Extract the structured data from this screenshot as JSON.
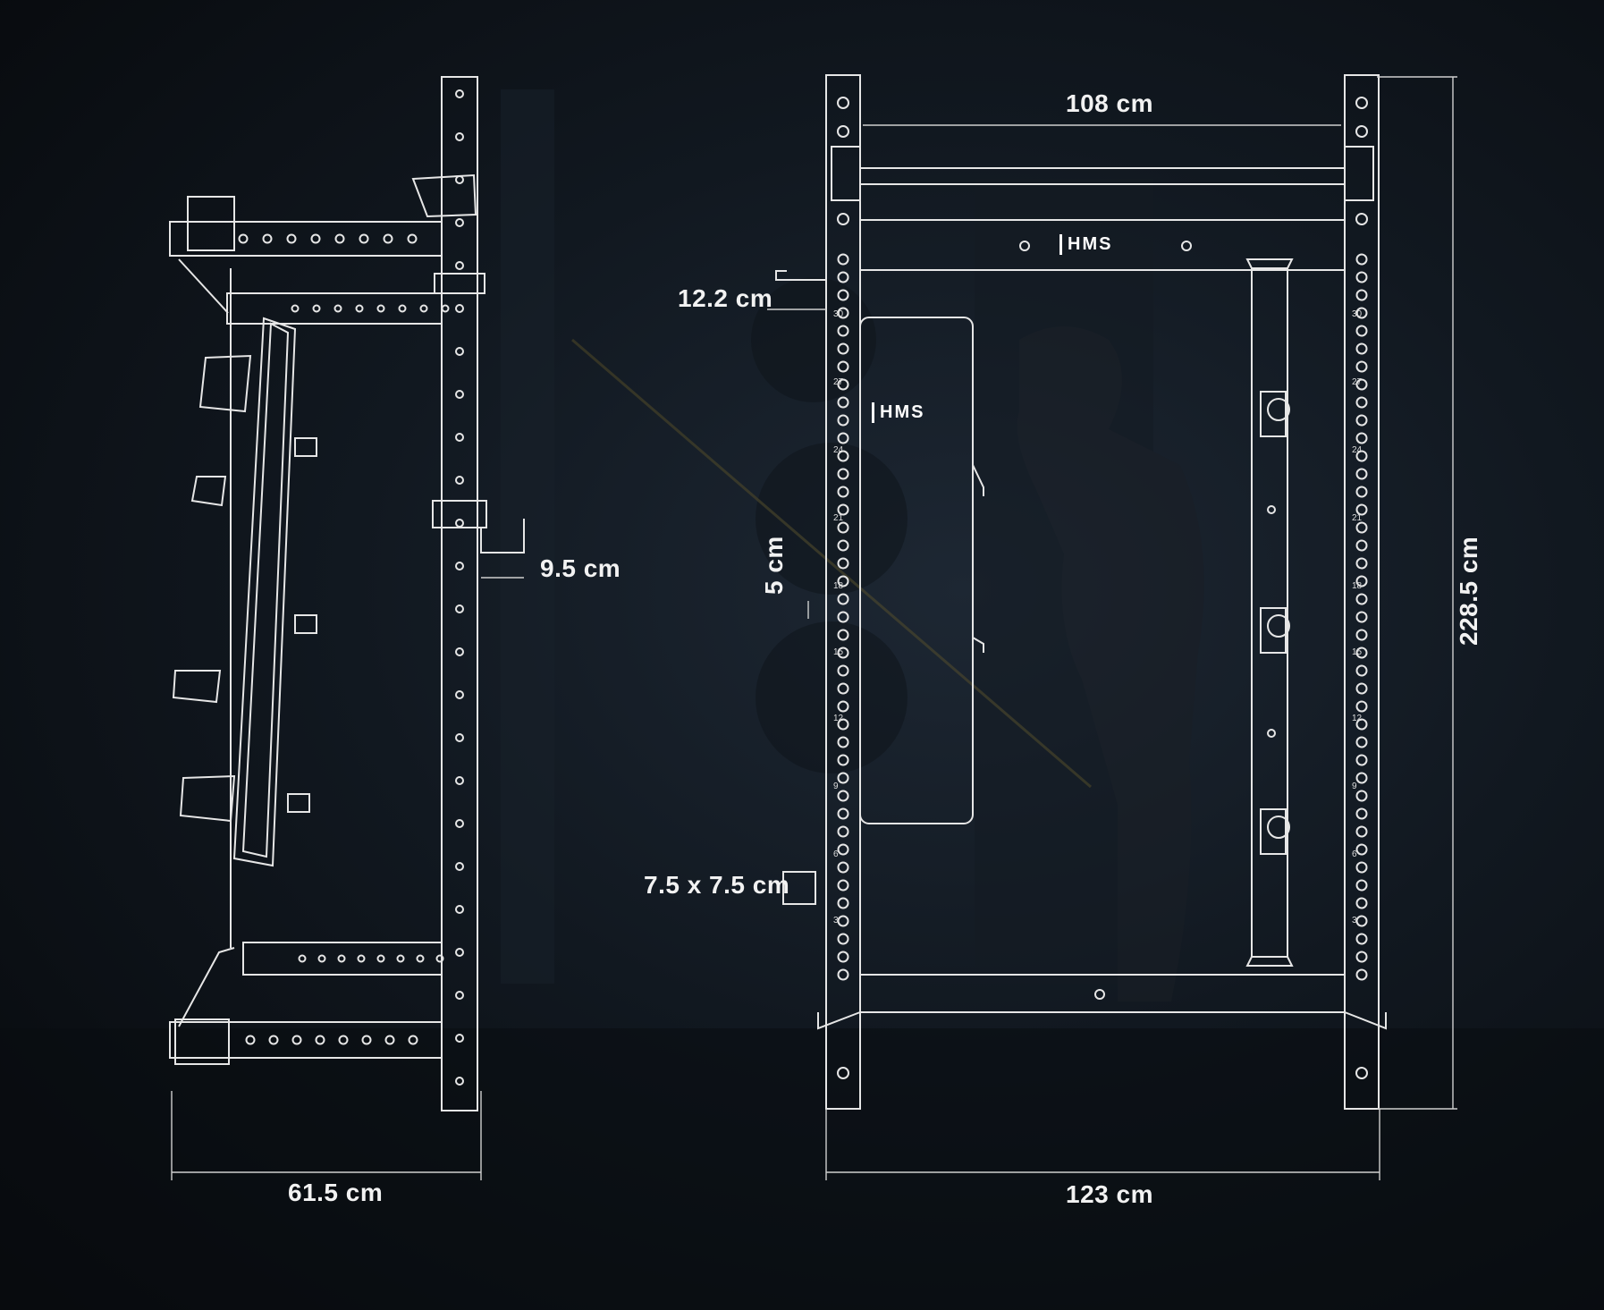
{
  "brand": {
    "logo_text": "HMS"
  },
  "dimensions": {
    "inner_width": "108 cm",
    "hook_depth": "12.2 cm",
    "hole_gap": "9.5 cm",
    "hole_spacing": "5 cm",
    "tube_section": "7.5 x 7.5 cm",
    "height": "228.5 cm",
    "side_depth": "61.5 cm",
    "outer_width": "123 cm"
  },
  "hole_numbers": [
    "30",
    "27",
    "24",
    "21",
    "18",
    "15",
    "12",
    "9",
    "6",
    "3"
  ],
  "colors": {
    "line": "#e6e6e6",
    "background": "#0d1218",
    "text": "#f2f2f2"
  }
}
